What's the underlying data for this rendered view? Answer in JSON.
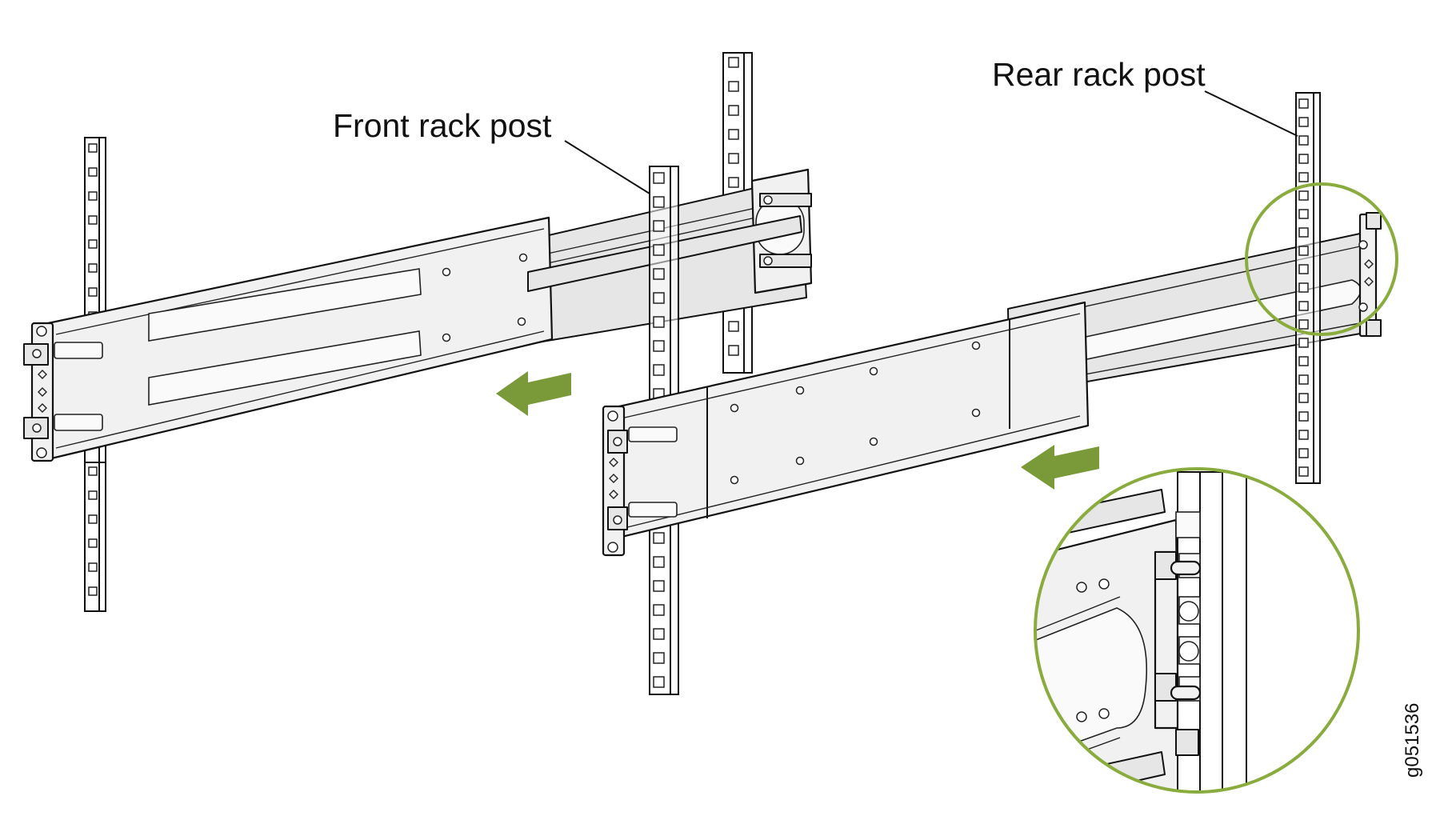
{
  "labels": {
    "front_rack_post": "Front rack post",
    "rear_rack_post": "Rear rack post",
    "figure_id": "g051536"
  },
  "colors": {
    "arrow": "#7a9a3a",
    "magnifier": "#8aac3e",
    "line": "#111111"
  },
  "icons": {
    "direction_arrow": "left-arrow-icon"
  }
}
